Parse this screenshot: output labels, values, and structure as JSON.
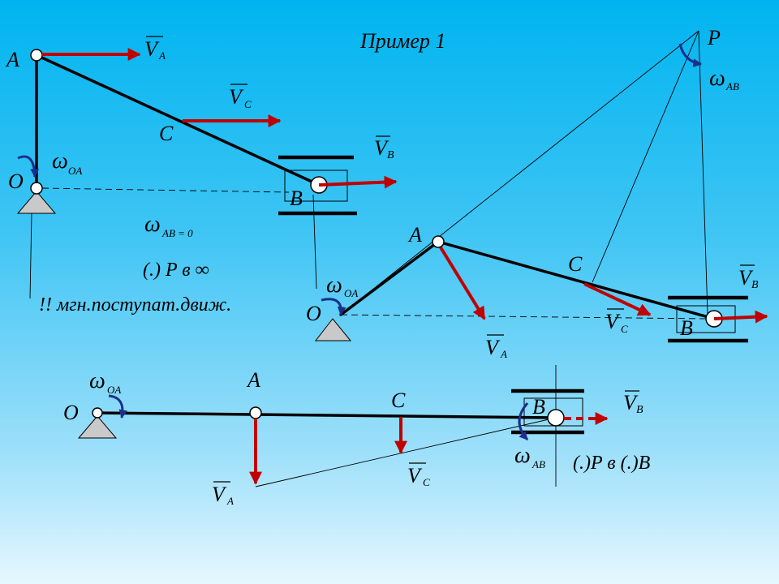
{
  "slide": {
    "title": "Пример 1",
    "background_top": "#00b4f0",
    "background_bottom": "#e6f7ff",
    "vector_color": "#c00000",
    "rotation_arrow_color": "#1a2f8a"
  },
  "symbols": {
    "v": "V",
    "omega": "ω",
    "sub_A": "A",
    "sub_B": "B",
    "sub_C": "C",
    "sub_OA": "OA",
    "sub_AB": "AB",
    "sub_AB_zero": "AB = 0"
  },
  "fig1": {
    "point_A": "A",
    "point_C": "C",
    "point_O": "O",
    "point_B": "B",
    "note_pole": "(.) P в ∞",
    "note_motion": "!! мгн.поступат.движ."
  },
  "fig2": {
    "point_P": "P",
    "point_A": "A",
    "point_C": "C",
    "point_O": "O",
    "point_B": "B"
  },
  "fig3": {
    "point_O": "O",
    "point_A": "A",
    "point_C": "C",
    "point_B": "B",
    "note_pole": "(.)P в (.)B"
  }
}
